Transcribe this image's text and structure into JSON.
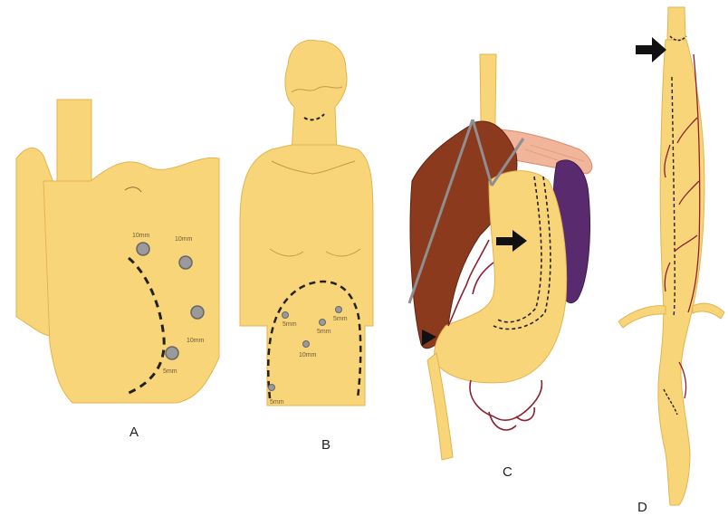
{
  "panels": {
    "a": {
      "label": "A",
      "ports": [
        "10mm",
        "10mm",
        "10mm",
        "5mm"
      ]
    },
    "b": {
      "label": "B",
      "ports": [
        "5mm",
        "5mm",
        "5mm",
        "10mm",
        "5mm"
      ]
    },
    "c": {
      "label": "C"
    },
    "d": {
      "label": "D"
    }
  },
  "colors": {
    "tissue": "#f9d57a",
    "tissue_outline": "#e2b450",
    "liver": "#8b3a1e",
    "spleen": "#5a2a6e",
    "pancreas": "#f0b59a",
    "vessel": "#8a2232",
    "port": "#9a9a9a",
    "arrow": "#111111"
  },
  "icons": [
    "arrow-right-icon",
    "arrowhead-icon",
    "port-icon"
  ]
}
